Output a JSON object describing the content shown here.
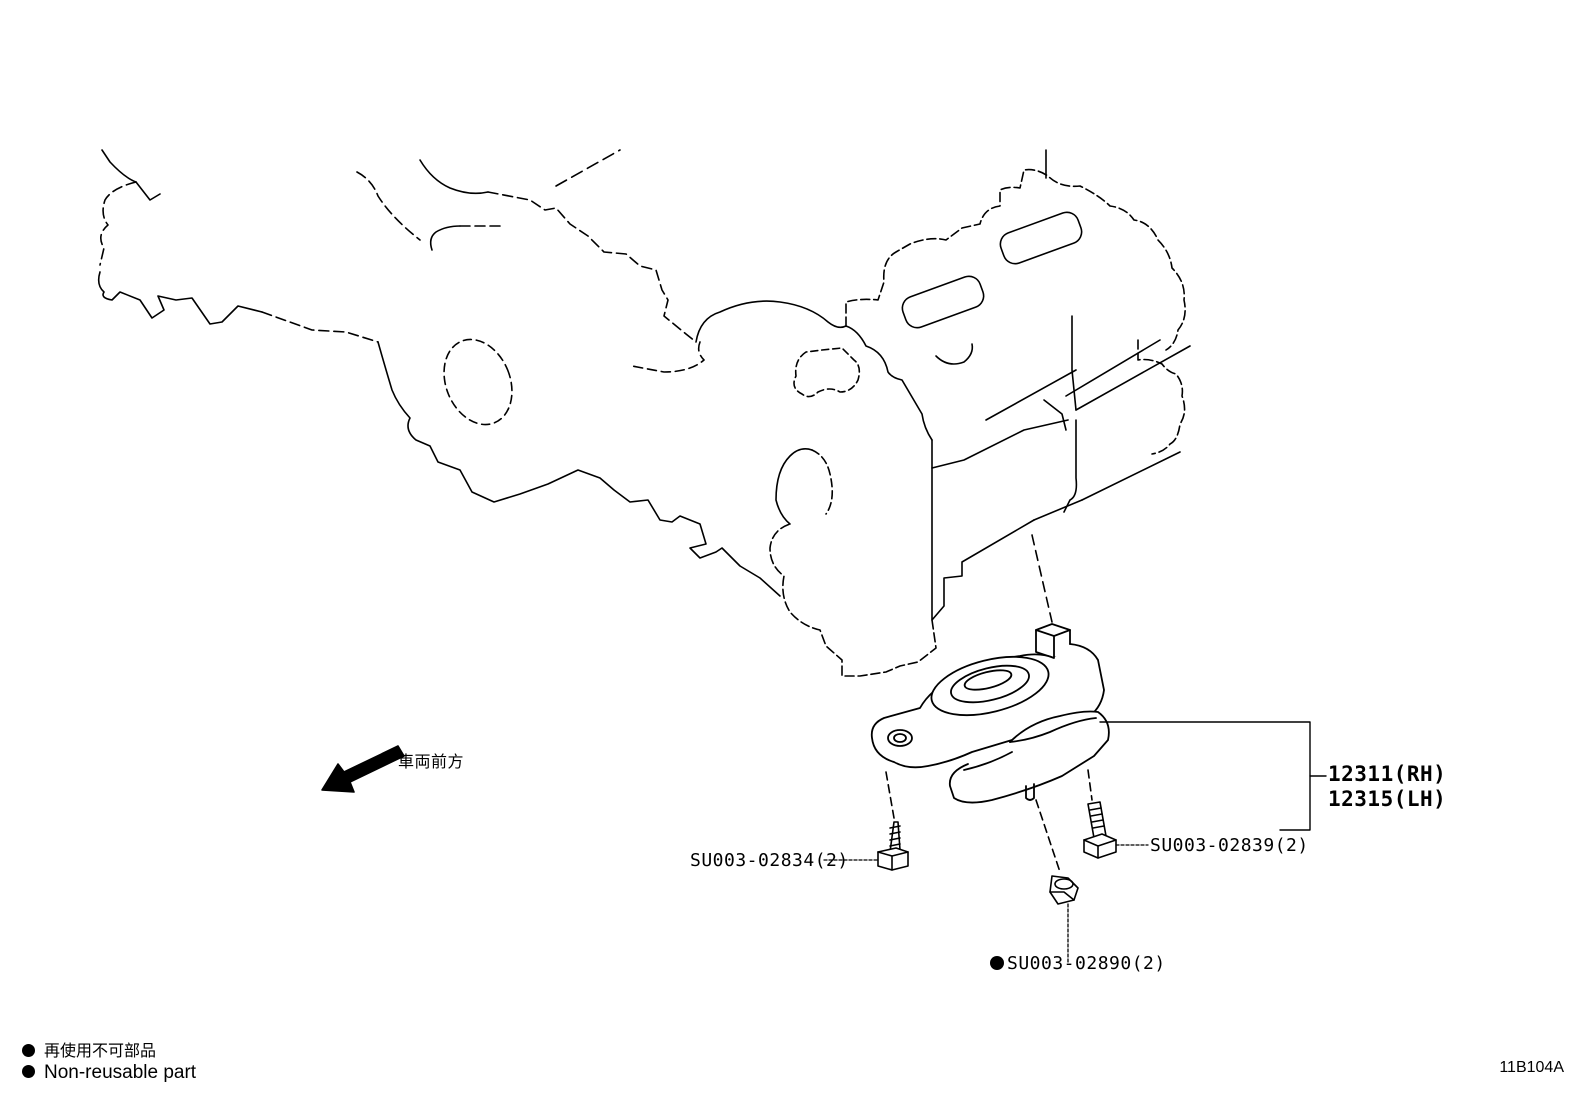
{
  "direction_label": "車両前方",
  "parts": {
    "main_part": {
      "line1": "12311(RH)",
      "line2": "12315(LH)"
    },
    "bolt_left": "SU003-02834(2)",
    "bolt_right": "SU003-02839(2)",
    "nut": "SU003-02890(2)"
  },
  "legend": {
    "jp": "再使用不可部品",
    "en": "Non-reusable part"
  },
  "diagram_code": "11B104A"
}
